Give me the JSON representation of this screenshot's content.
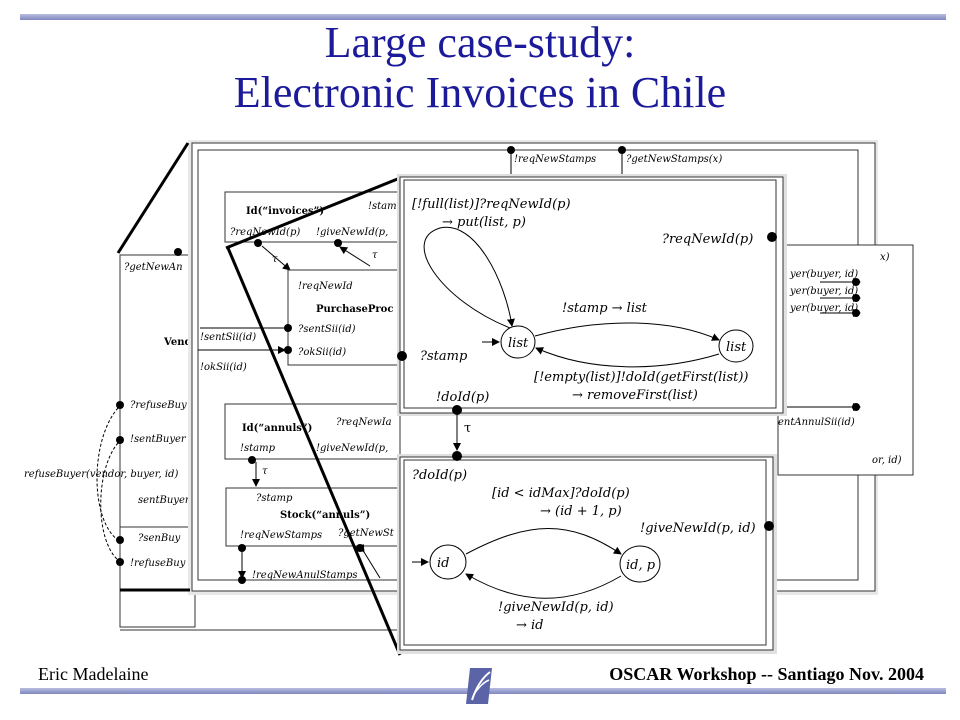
{
  "slide": {
    "title_line1": "Large case-study:",
    "title_line2": "Electronic Invoices in Chile",
    "author": "Eric Madelaine",
    "venue": "OSCAR Workshop -- Santiago Nov. 2004"
  },
  "colors": {
    "title": "#1a1a9a",
    "bars": "#8a93c9"
  },
  "background_diagram": {
    "labels": {
      "get_new_an": "?getNewAn",
      "vendor": "Vend",
      "refuse_buy": "?refuseBuy",
      "sent_buyer": "!sentBuyer",
      "refuse_buyer_full": "refuseBuyer(vendor, buyer, id)",
      "sent_buyer2": "sentBuyer",
      "sen_buy": "?senBuy",
      "refuse_buy2": "!refuseBuy",
      "req_new_stamps": "!reqNewStamps",
      "get_new_stamps": "?getNewStamps(x)",
      "id_invoices": "Id(“invoices”)",
      "stam": "!stam",
      "req_new_id_p": "?reqNewId(p)",
      "give_new_id_p": "!giveNewId(p,",
      "tau1": "τ",
      "tau2": "τ",
      "tau3": "τ",
      "req_new_id": "!reqNewId",
      "purchase_proc": "PurchaseProc",
      "sent_sii_q": "?sentSii(id)",
      "sent_sii_e": "!sentSii(id)",
      "ok_sii_q": "?okSii(id)",
      "ok_sii_e": "!okSii(id)",
      "id_annuls": "Id(“annuls”)",
      "req_new_ia": "?reqNewIa",
      "stamp": "!stamp",
      "give_new_id_p2": "!giveNewId(p,",
      "stamp_q": "?stamp",
      "stock_annuls": "Stock(“annuls”)",
      "req_new_stamps2": "!reqNewStamps",
      "get_new_st": "?getNewSt",
      "req_new_anul_stamps": "!reqNewAnulStamps",
      "buyer1": "yer(buyer, id)",
      "buyer2": "yer(buyer, id)",
      "buyer3": "yer(buyer, id)",
      "x_right": "x)",
      "ent_annul_sii": "entAnnulSii(id)",
      "or_id": "or, id)"
    }
  },
  "zoom_top": {
    "guard_line1": "[!full(list)]?reqNewId(p)",
    "guard_line2": "→ put(list, p)",
    "req_new_id": "?reqNewId(p)",
    "stamp_list": "!stamp → list",
    "state_left": "list",
    "state_right": "list",
    "stamp_port": "?stamp",
    "empty_line1": "[!empty(list)]!doId(getFirst(list))",
    "empty_line2": "→ removeFirst(list)",
    "do_id_out": "!doId(p)",
    "tau": "τ"
  },
  "zoom_bottom": {
    "do_id_in": "?doId(p)",
    "guard_line1": "[id < idMax]?doId(p)",
    "guard_line2": "→ (id + 1, p)",
    "give_new_id_port": "!giveNewId(p, id)",
    "state_left": "id",
    "state_right": "id, p",
    "return_line1": "!giveNewId(p, id)",
    "return_line2": "→ id"
  }
}
